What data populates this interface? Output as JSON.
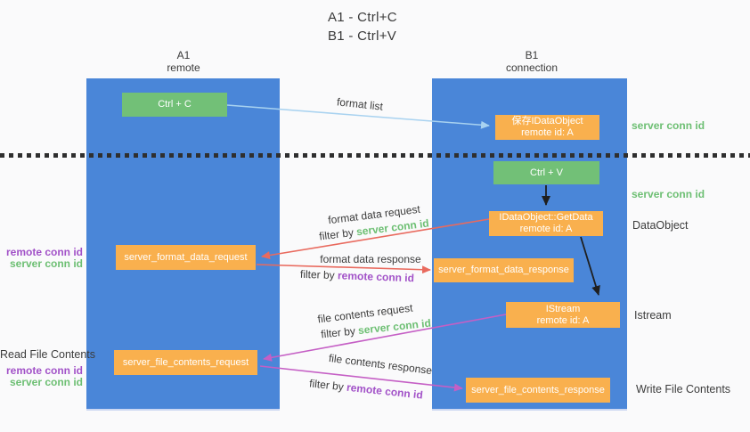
{
  "title": {
    "line1": "A1 - Ctrl+C",
    "line2": "B1 - Ctrl+V"
  },
  "lifelines": {
    "left": {
      "name": "A1",
      "role": "remote"
    },
    "right": {
      "name": "B1",
      "role": "connection"
    }
  },
  "boxes": {
    "ctrl_c": {
      "label": "Ctrl + C"
    },
    "ctrl_v": {
      "label": "Ctrl + V"
    },
    "save_dataobject": {
      "line1": "保存IDataObject",
      "line2": "remote id: A"
    },
    "getdata": {
      "line1": "IDataObject::GetData",
      "line2": "remote id: A"
    },
    "istream": {
      "line1": "IStream",
      "line2": "remote id: A"
    },
    "format_request": {
      "label": "server_format_data_request"
    },
    "format_response": {
      "label": "server_format_data_response"
    },
    "file_request": {
      "label": "server_file_contents_request"
    },
    "file_response": {
      "label": "server_file_contents_response"
    }
  },
  "flow_labels": {
    "format_list": "format list",
    "format_data_request": "format data request",
    "format_data_response": "format data response",
    "file_contents_request": "file contents request",
    "file_contents_response": "file contents response",
    "filter_by": "filter by",
    "server_conn_id": "server conn id",
    "remote_conn_id": "remote conn id"
  },
  "side_labels": {
    "left_mid_remote": "remote conn id",
    "left_mid_server": "server conn id",
    "read_file_contents": "Read File Contents",
    "left_bottom_remote": "remote conn id",
    "left_bottom_server": "server conn id",
    "right_server_conn_id_top": "server conn id",
    "right_server_conn_id_mid": "server conn id",
    "dataobject": "DataObject",
    "istream": "Istream",
    "write_file_contents": "Write File Contents"
  },
  "colors": {
    "lifeline_blue": "#4a86d8",
    "green_box": "#72c077",
    "orange_box": "#f9b04e",
    "arrow_blue": "#a8d2f0",
    "arrow_red": "#e96a5e",
    "arrow_magenta": "#c55fc5",
    "arrow_black": "#1f1f1f",
    "text_green": "#6dbf73",
    "text_purple": "#a252c8",
    "text_dark": "#3c3c3c"
  }
}
